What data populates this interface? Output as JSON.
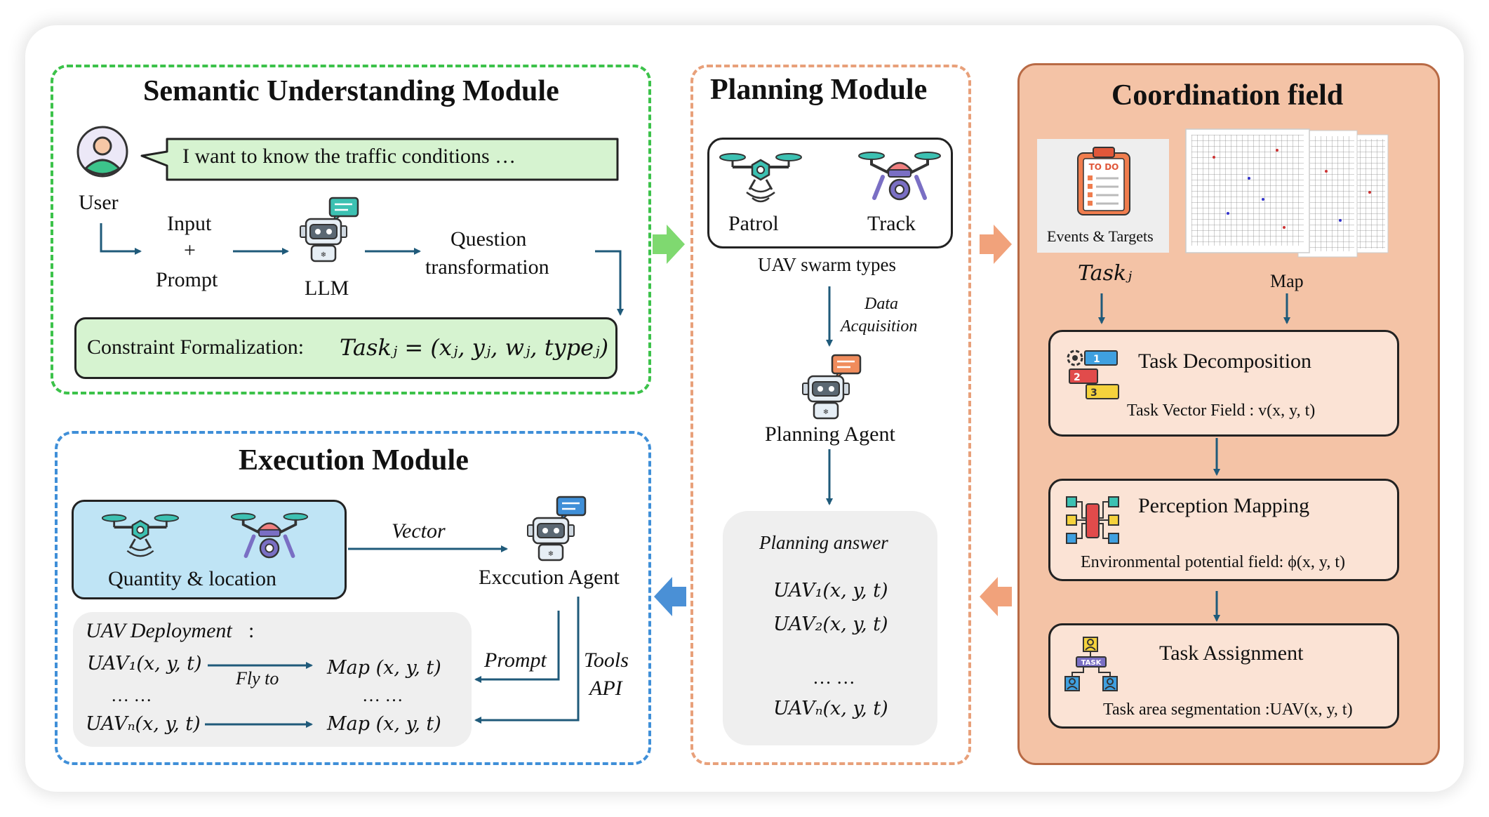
{
  "colors": {
    "semantic_border": "#3cc24a",
    "planning_border": "#e8a07a",
    "execution_border": "#3f8fd8",
    "coordination_fill": "#f4c3a6",
    "coordination_border": "#b86a45",
    "arrow_blue": "#1f5a7a",
    "green_box": "#d6f3d0",
    "blue_box": "#bfe4f5",
    "gray_box": "#efefef",
    "peach_box": "#fbe3d5"
  },
  "semantic": {
    "title": "Semantic Understanding Module",
    "user_label": "User",
    "speech": "I want to know the traffic conditions …",
    "input_line1": "Input",
    "input_plus": "+",
    "input_line2": "Prompt",
    "llm_label": "LLM",
    "question_line1": "Question",
    "question_line2": "transformation",
    "constraint_label": "Constraint Formalization:",
    "constraint_formula": "Taskⱼ = (xⱼ, yⱼ, wⱼ, typeⱼ)"
  },
  "planning": {
    "title": "Planning Module",
    "patrol": "Patrol",
    "track": "Track",
    "swarm_types": "UAV swarm types",
    "data_line1": "Data",
    "data_line2": "Acquisition",
    "agent": "Planning Agent",
    "answer_title": "Planning answer",
    "answers": [
      "UAV₁(x, y, t)",
      "UAV₂(x, y, t)",
      "… …",
      "UAVₙ(x, y, t)"
    ]
  },
  "coordination": {
    "title": "Coordination field",
    "events_targets": "Events & Targets",
    "todo": "TO DO",
    "task_label": "Taskⱼ",
    "map_label": "Map",
    "decomposition_title": "Task Decomposition",
    "decomposition_sub": "Task Vector Field : v(x, y, t)",
    "perception_title": "Perception Mapping",
    "perception_sub": "Environmental potential field: ϕ(x, y, t)",
    "assignment_title": "Task Assignment",
    "assignment_sub": "Task area segmentation :UAV(x, y, t)",
    "task_badge": "TASK"
  },
  "execution": {
    "title": "Execution Module",
    "quantity_location": "Quantity & location",
    "vector": "Vector",
    "agent": "Exccution Agent",
    "deployment_title": "UAV Deployment",
    "deployment_colon": ":",
    "row1_left": "UAV₁(x, y, t)",
    "row1_right": "Map (x, y, t)",
    "fly_to": "Fly to",
    "dots_left": "… …",
    "dots_right": "… …",
    "row2_left": "UAVₙ(x, y, t)",
    "row2_right": "Map (x, y, t)",
    "prompt": "Prompt",
    "tools_line1": "Tools",
    "tools_line2": "API"
  }
}
